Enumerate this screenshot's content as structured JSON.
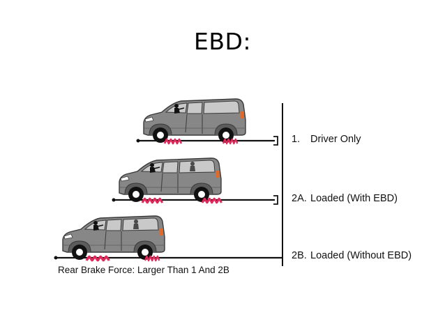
{
  "slide": {
    "title": "EBD:"
  },
  "diagram": {
    "scenarios": [
      {
        "number": "1.",
        "label": "Driver Only"
      },
      {
        "number": "2A.",
        "label": "Loaded (With EBD)"
      },
      {
        "number": "2B.",
        "label": "Loaded (Without EBD)"
      }
    ],
    "caption": "Rear Brake Force: Larger Than 1 And 2B",
    "colors": {
      "van_body": "#878787",
      "van_outline": "#3a3a3a",
      "window": "#c9c9c9",
      "brake_force": "#e0285a",
      "rail": "#111111"
    },
    "icons": [
      "van-icon",
      "driver-figure-icon",
      "passenger-figure-icon",
      "brake-force-zigzag-icon"
    ]
  }
}
